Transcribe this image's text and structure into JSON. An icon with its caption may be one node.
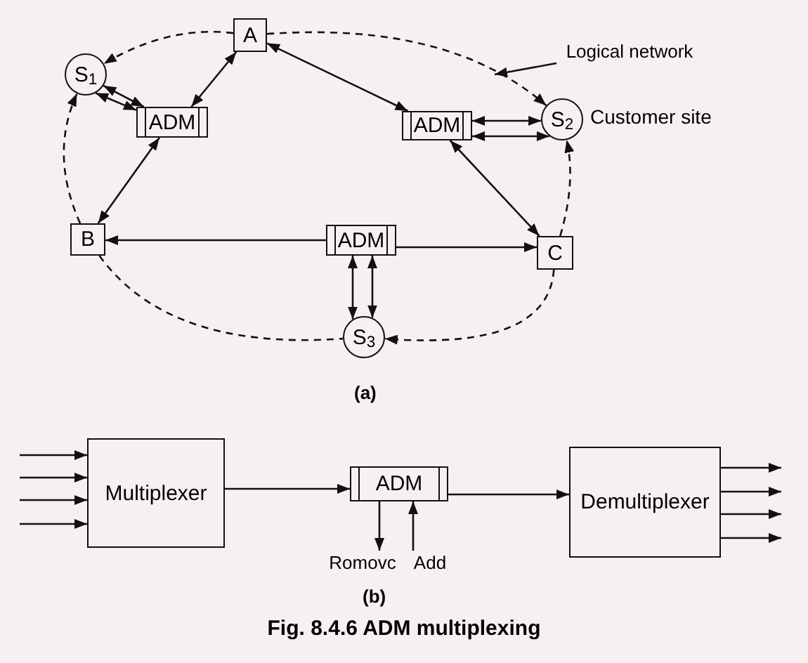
{
  "diagram": {
    "caption": "Fig. 8.4.6 ADM multiplexing",
    "nodes": [
      {
        "text": [
          "A"
        ]
      },
      {
        "text": [
          "S$_{1}$"
        ]
      },
      {
        "text": [
          "ADM"
        ]
      },
      {
        "text": [
          "S$_{2}$"
        ],
        "beside": [
          "Customer site"
        ]
      },
      {
        "text": [
          "ADM"
        ]
      },
      {
        "text": [
          "Logical network"
        ]
      },
      {
        "text": [
          "B"
        ]
      },
      {
        "text": [
          "ADM"
        ]
      },
      {
        "text": [
          "C"
        ]
      },
      {
        "text": [
          "S$_{3}$"
        ]
      },
      {
        "text": [
          "Multiplexer"
        ]
      },
      {
        "text": [
          "ADM"
        ]
      },
      {
        "text": [
          "Demultiplexer"
        ]
      },
      {
        "text": [
          "Romovc"
        ]
      },
      {
        "text": [
          "Add"
        ]
      }
    ],
    "edges": [
      {
        "from": 0,
        "to": 2,
        "arrow": "both"
      },
      {
        "from": 0,
        "to": 4,
        "arrow": "both"
      },
      {
        "from": 1,
        "to": 2,
        "arrow": "both"
      },
      {
        "from": 1,
        "to": 2,
        "arrow": "both"
      },
      {
        "from": 2,
        "to": 6,
        "arrow": "both"
      },
      {
        "from": 4,
        "to": 3,
        "arrow": "both"
      },
      {
        "from": 4,
        "to": 3,
        "arrow": "both"
      },
      {
        "from": 4,
        "to": 8,
        "arrow": "both"
      },
      {
        "from": 7,
        "to": 6,
        "arrow": "to"
      },
      {
        "from": 7,
        "to": 8,
        "arrow": "to"
      },
      {
        "from": 7,
        "to": 9,
        "arrow": "both"
      },
      {
        "from": 7,
        "to": 9,
        "arrow": "both"
      },
      {
        "from": 0,
        "to": 1,
        "arrow": "to",
        "style": "dashed"
      },
      {
        "from": 0,
        "to": 3,
        "arrow": "to",
        "style": "dashed"
      },
      {
        "from": 6,
        "to": 1,
        "arrow": "to",
        "style": "dashed"
      },
      {
        "from": 6,
        "to": 9,
        "arrow": "none",
        "style": "dashed"
      },
      {
        "from": 8,
        "to": 3,
        "arrow": "to",
        "style": "dashed"
      },
      {
        "from": 8,
        "to": 9,
        "arrow": "to",
        "style": "dashed"
      },
      {
        "from": 5,
        "to": null,
        "arrow": "to"
      },
      {
        "from": null,
        "to": 10,
        "arrow": "to"
      },
      {
        "from": null,
        "to": 10,
        "arrow": "to"
      },
      {
        "from": null,
        "to": 10,
        "arrow": "to"
      },
      {
        "from": null,
        "to": 10,
        "arrow": "to"
      },
      {
        "from": 10,
        "to": 11,
        "arrow": "to"
      },
      {
        "from": 11,
        "to": 12,
        "arrow": "to"
      },
      {
        "from": 12,
        "to": null,
        "arrow": "to"
      },
      {
        "from": 12,
        "to": null,
        "arrow": "to"
      },
      {
        "from": 12,
        "to": null,
        "arrow": "to"
      },
      {
        "from": 12,
        "to": null,
        "arrow": "to"
      },
      {
        "from": 11,
        "to": 13,
        "arrow": "to"
      },
      {
        "from": 14,
        "to": 11,
        "arrow": "to"
      }
    ],
    "labels": [
      "(a)",
      "(b)"
    ]
  }
}
